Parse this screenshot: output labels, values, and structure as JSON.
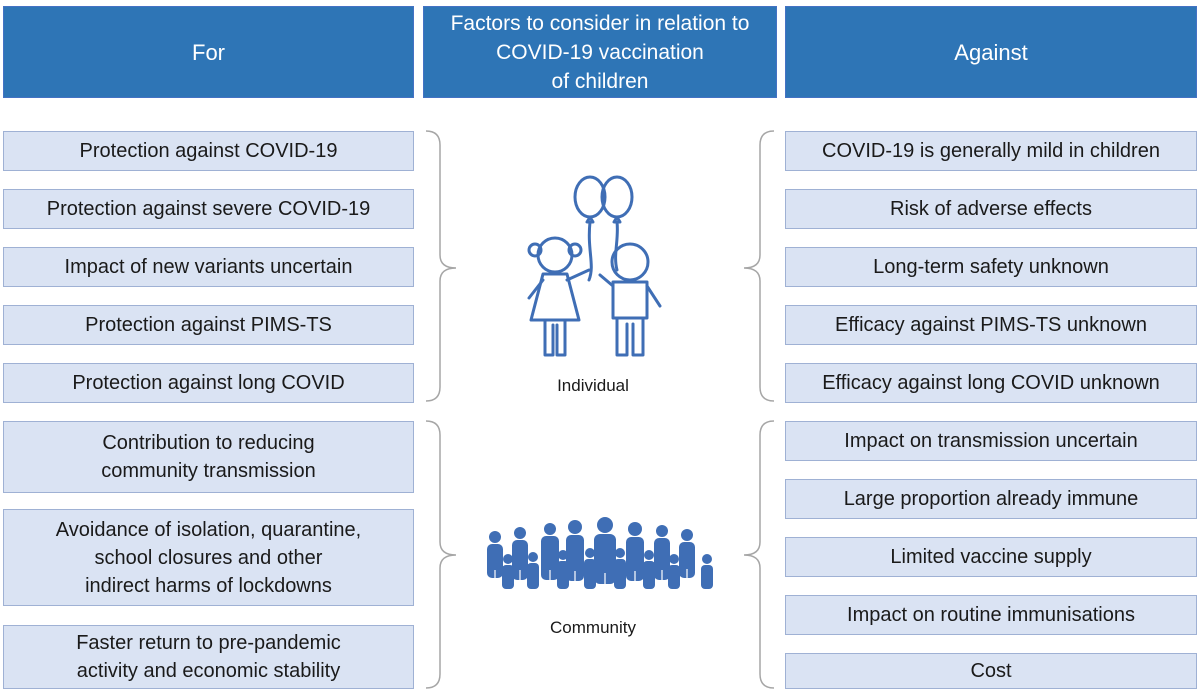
{
  "headers": {
    "for": "For",
    "center_lines": [
      "Factors to consider in relation to",
      "COVID-19 vaccination",
      "of children"
    ],
    "against": "Against"
  },
  "for": {
    "individual": [
      "Protection against COVID-19",
      "Protection against severe COVID-19",
      "Impact of new variants uncertain",
      "Protection against PIMS-TS",
      "Protection against long COVID"
    ],
    "community": [
      [
        "Contribution to reducing",
        "community transmission"
      ],
      [
        "Avoidance of isolation, quarantine,",
        "school closures and other",
        "indirect harms of lockdowns"
      ],
      [
        "Faster return to pre-pandemic",
        "activity and economic stability"
      ]
    ]
  },
  "against": {
    "individual": [
      "COVID-19 is generally mild in children",
      "Risk of adverse effects",
      "Long-term safety unknown",
      "Efficacy against PIMS-TS unknown",
      "Efficacy against long COVID unknown"
    ],
    "community": [
      "Impact on transmission uncertain",
      "Large proportion already immune",
      "Limited vaccine supply",
      "Impact on routine immunisations",
      "Cost"
    ]
  },
  "captions": {
    "individual": "Individual",
    "community": "Community"
  },
  "colors": {
    "header_fill": "#2e75b6",
    "box_fill": "#dae3f3",
    "box_border": "#9fb1d4",
    "icon_blue": "#3f6eb5",
    "bracket": "#a6a6a6"
  },
  "icons": {
    "individual": "children-with-balloons-icon",
    "community": "crowd-of-people-icon"
  }
}
